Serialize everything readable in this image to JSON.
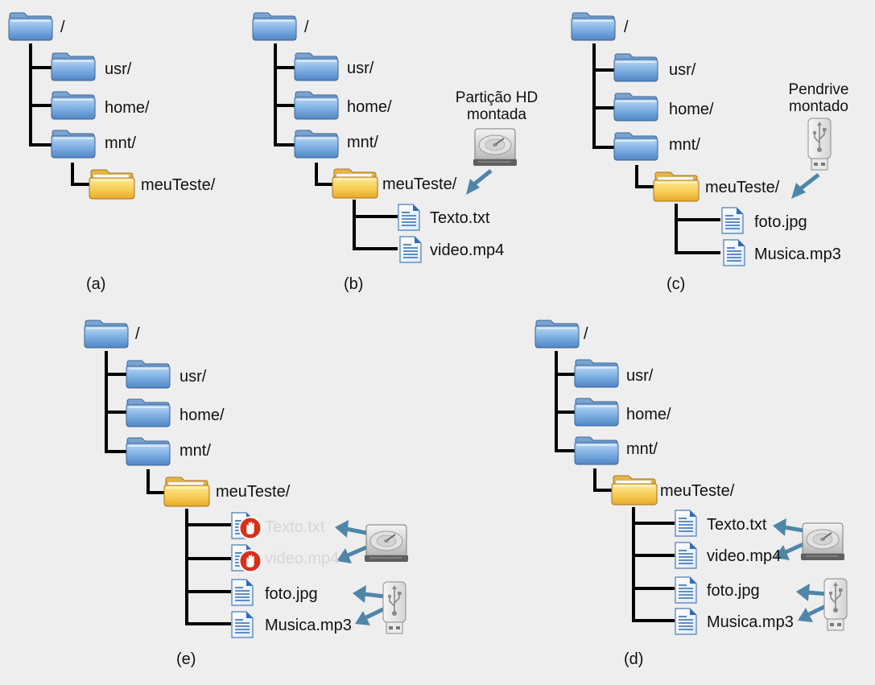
{
  "panels": {
    "a": {
      "caption": "(a)",
      "root": "/",
      "usr": "usr/",
      "home": "home/",
      "mnt": "mnt/",
      "meu": "meuTeste/"
    },
    "b": {
      "caption": "(b)",
      "root": "/",
      "usr": "usr/",
      "home": "home/",
      "mnt": "mnt/",
      "meu": "meuTeste/",
      "file1": "Texto.txt",
      "file2": "video.mp4",
      "device_note": "Partição HD\nmontada"
    },
    "c": {
      "caption": "(c)",
      "root": "/",
      "usr": "usr/",
      "home": "home/",
      "mnt": "mnt/",
      "meu": "meuTeste/",
      "file1": "foto.jpg",
      "file2": "Musica.mp3",
      "device_note": "Pendrive\nmontado"
    },
    "e": {
      "caption": "(e)",
      "root": "/",
      "usr": "usr/",
      "home": "home/",
      "mnt": "mnt/",
      "meu": "meuTeste/",
      "file1": "Texto.txt",
      "file2": "video.mp4",
      "file3": "foto.jpg",
      "file4": "Musica.mp3"
    },
    "d": {
      "caption": "(d)",
      "root": "/",
      "usr": "usr/",
      "home": "home/",
      "mnt": "mnt/",
      "meu": "meuTeste/",
      "file1": "Texto.txt",
      "file2": "video.mp4",
      "file3": "foto.jpg",
      "file4": "Musica.mp3"
    }
  },
  "colors": {
    "folder_blue": "#6fa3dc",
    "folder_yellow": "#f3c54a",
    "arrow": "#4f86a8",
    "blocked": "#d9301c"
  },
  "icons": {
    "folder": "folder-icon",
    "open_folder": "open-folder-icon",
    "document": "document-icon",
    "hard_drive": "hard-drive-icon",
    "usb_drive": "usb-drive-icon",
    "blocked": "blocked-hand-icon"
  }
}
